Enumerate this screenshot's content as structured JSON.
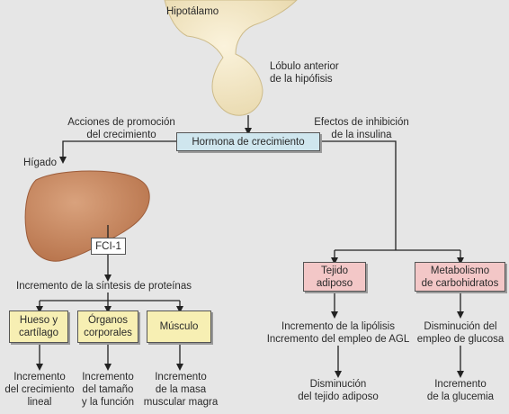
{
  "labels": {
    "hypothalamus": "Hipotálamo",
    "pituitary_line1": "Lóbulo anterior",
    "pituitary_line2": "de la hipófisis",
    "growth_line1": "Acciones de promoción",
    "growth_line2": "del crecimiento",
    "insulin_line1": "Efectos de inhibición",
    "insulin_line2": "de la insulina",
    "liver": "Hígado",
    "protein": "Incremento de la síntesis de proteínas",
    "lipolysis_line1": "Incremento de la lipólisis",
    "lipolysis_line2": "Incremento del empleo de AGL",
    "glucose_use_line1": "Disminución del",
    "glucose_use_line2": "empleo de glucosa",
    "adipose_dec_line1": "Disminución",
    "adipose_dec_line2": "del tejido adiposo",
    "glycemia_line1": "Incremento",
    "glycemia_line2": "de la glucemia"
  },
  "boxes": {
    "growth_hormone": "Hormona de crecimiento",
    "fci": "FCI-1",
    "adipose_line1": "Tejido",
    "adipose_line2": "adiposo",
    "carb_line1": "Metabolismo",
    "carb_line2": "de carbohidratos",
    "bone_line1": "Hueso y",
    "bone_line2": "cartílago",
    "organs_line1": "Órganos",
    "organs_line2": "corporales",
    "muscle": "Músculo"
  },
  "outcomes": {
    "bone": [
      "Incremento",
      "del crecimiento",
      "lineal"
    ],
    "organs": [
      "Incremento",
      "del tamaño",
      "y la función"
    ],
    "muscle": [
      "Incremento",
      "de la masa",
      "muscular magra"
    ]
  },
  "colors": {
    "hormone_box": "#cfe6ee",
    "tissue_box": "#f3c7c7",
    "target_box": "#f7efb3",
    "liver": "#c98c66",
    "gland": "#f4e9c9"
  }
}
